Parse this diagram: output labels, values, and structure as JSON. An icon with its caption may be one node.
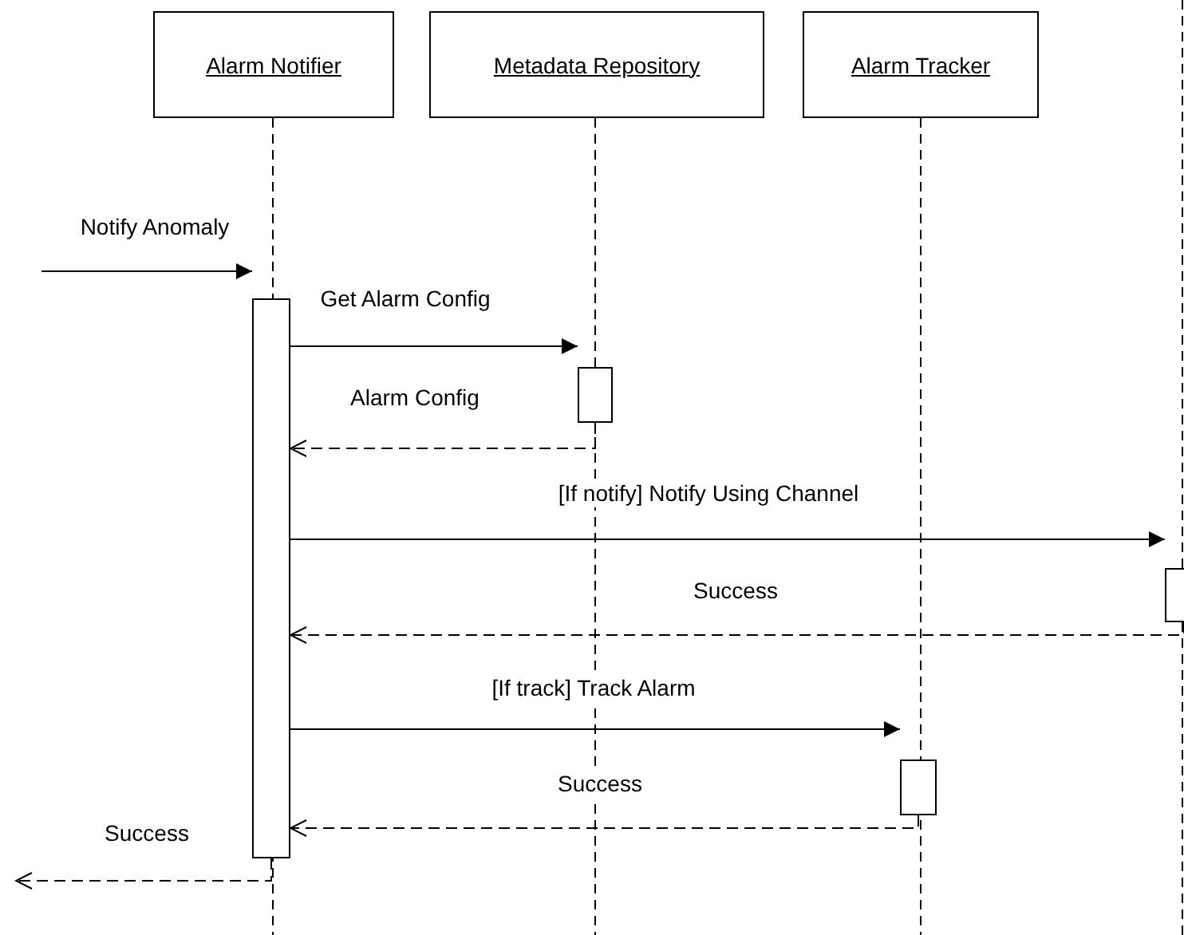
{
  "diagram": {
    "nodes": [
      {
        "text": [
          "Alarm Notifier"
        ]
      },
      {
        "text": [
          "Metadata Repository"
        ]
      },
      {
        "text": [
          "Alarm Tracker"
        ]
      },
      {
        "text": [],
        "shape": "bar"
      },
      {
        "text": [],
        "shape": "bar"
      },
      {
        "text": [],
        "shape": "bar"
      },
      {
        "text": [],
        "shape": "bar"
      }
    ],
    "edges": [
      {
        "from": null,
        "to": 3,
        "arrow": "to",
        "label": "Notify Anomaly"
      },
      {
        "from": 3,
        "to": 4,
        "arrow": "to",
        "label": "Get Alarm Config"
      },
      {
        "from": 4,
        "to": 3,
        "arrow": "to",
        "label": "Alarm Config",
        "style": "dashed"
      },
      {
        "from": 3,
        "to": 5,
        "arrow": "to",
        "label": "[If notify] Notify Using Channel"
      },
      {
        "from": 5,
        "to": 3,
        "arrow": "to",
        "label": "Success",
        "style": "dashed"
      },
      {
        "from": 3,
        "to": 6,
        "arrow": "to",
        "label": "[If track] Track Alarm"
      },
      {
        "from": 6,
        "to": 3,
        "arrow": "to",
        "label": "Success",
        "style": "dashed"
      },
      {
        "from": 3,
        "to": null,
        "arrow": "to",
        "label": "Success",
        "style": "dashed"
      }
    ]
  }
}
